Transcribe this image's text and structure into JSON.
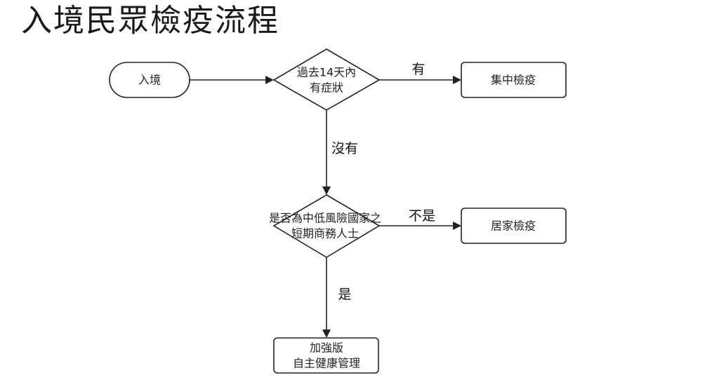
{
  "title": "入境民眾檢疫流程",
  "nodes": {
    "start": "入境",
    "symptom_check": {
      "line1": "過去14天內",
      "line2": "有症狀"
    },
    "central_quarantine": "集中檢疫",
    "risk_check": {
      "line1": "是否為中低風險國家之",
      "line2": "短期商務人士"
    },
    "home_quarantine": "居家檢疫",
    "enhanced_management": {
      "line1": "加強版",
      "line2": "自主健康管理"
    }
  },
  "edges": {
    "symptom_yes": "有",
    "symptom_no": "沒有",
    "risk_no": "不是",
    "risk_yes": "是"
  }
}
